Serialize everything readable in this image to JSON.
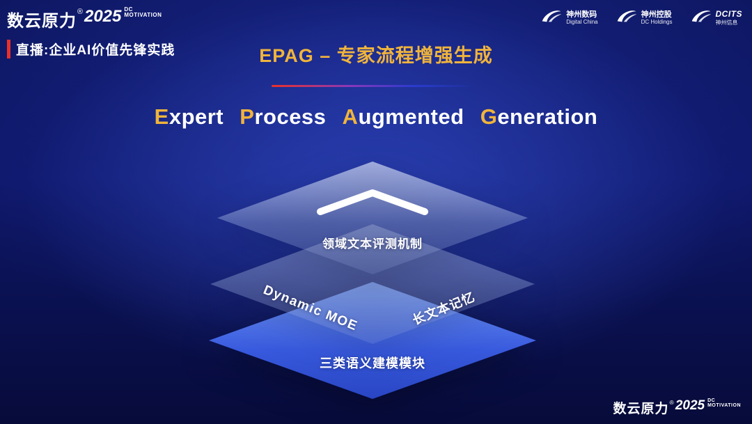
{
  "colors": {
    "gold": "#f0b43c",
    "red": "#e8312a",
    "layer_blue": "#3a5de4",
    "background_navy": "#0b1358"
  },
  "header": {
    "brand": {
      "name": "数云原力",
      "reg": "®",
      "year": "2025",
      "tag_line1": "DC",
      "tag_line2": "MOTIVATION"
    },
    "live_label": "直播:企业AI价值先锋实践",
    "logos": [
      {
        "name": "神州数码",
        "sub": "Digital China"
      },
      {
        "name": "神州控股",
        "sub": "DC Holdings"
      },
      {
        "name": "DCITS",
        "sub": "神州信息"
      }
    ]
  },
  "title": {
    "heading": "EPAG – 专家流程增强生成",
    "subtitle_words": [
      {
        "lead": "E",
        "rest": "xpert"
      },
      {
        "lead": "P",
        "rest": "rocess"
      },
      {
        "lead": "A",
        "rest": "ugmented"
      },
      {
        "lead": "G",
        "rest": "eneration"
      }
    ]
  },
  "diagram": {
    "top_layer_label": "领域文本评测机制",
    "middle_layer_left_label": "Dynamic MOE",
    "middle_layer_right_label": "长文本记忆",
    "bottom_layer_label": "三类语义建模模块"
  },
  "footer": {
    "brand": {
      "name": "数云原力",
      "reg": "®",
      "year": "2025",
      "tag_line1": "DC",
      "tag_line2": "MOTIVATION"
    }
  }
}
